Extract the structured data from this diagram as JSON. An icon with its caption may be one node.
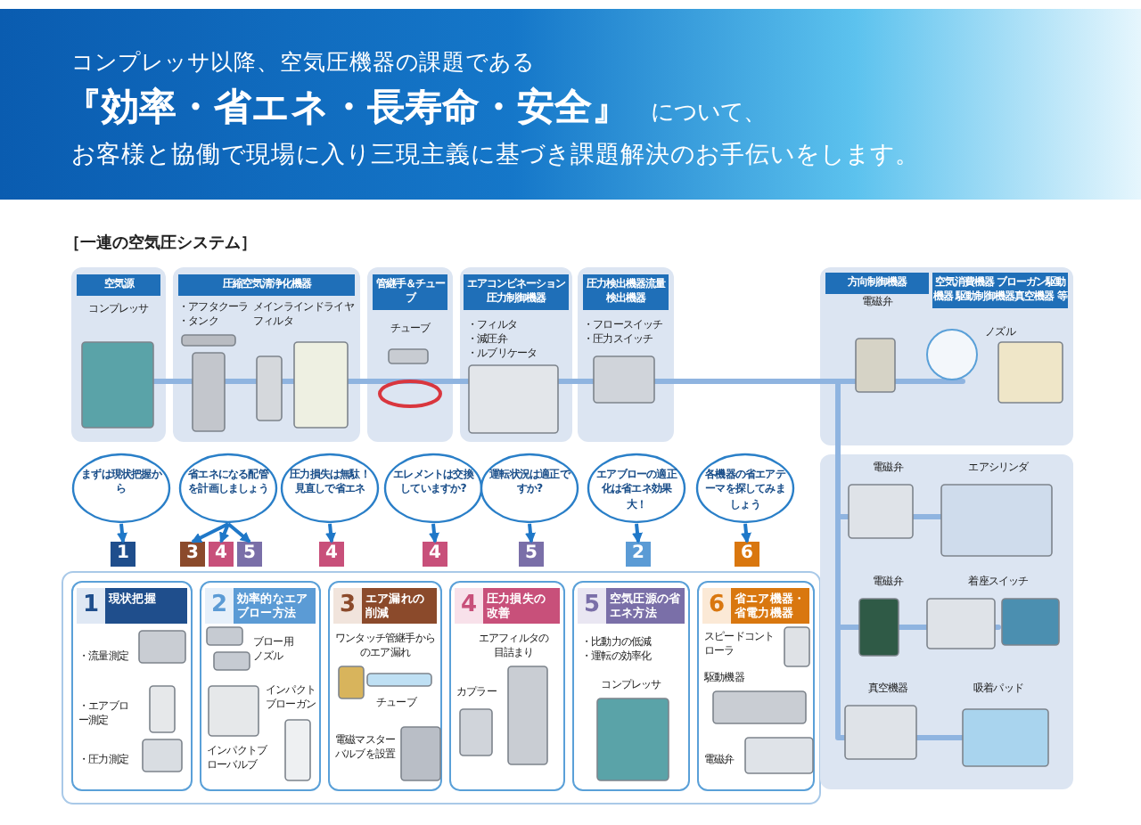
{
  "diagram": {
    "nodes": [
      {
        "text": [
          "空気源",
          "コンプレッサ"
        ]
      },
      {
        "text": [
          "圧縮空気清浄化機器",
          "・アフタクーラ",
          "・タンク",
          "メインラインフィルタ",
          "ドライヤ"
        ]
      },
      {
        "text": [
          "管継手＆チューブ",
          "チューブ"
        ]
      },
      {
        "text": [
          "エアコンビネーション圧力制御機器",
          "・フィルタ",
          "・減圧弁",
          "・ルブリケータ"
        ]
      },
      {
        "text": [
          "圧力検出機器流量検出機器",
          "・フロースイッチ",
          "・圧力スイッチ"
        ]
      },
      {
        "text": [
          "方向制御機器",
          "電磁弁",
          "空気消費機器 ブローガン駆動機器 駆動制御機器真空機器 等",
          "ノズル"
        ]
      },
      {
        "text": [
          "電磁弁",
          "エアシリンダ",
          "電磁弁",
          "着座スイッチ",
          "真空機器",
          "吸着パッド"
        ]
      },
      {
        "text": [
          "まずは現状把握から"
        ]
      },
      {
        "text": [
          "省エネになる配管を計画しましょう"
        ]
      },
      {
        "text": [
          "圧力損失は無駄！見直しで省エネ"
        ]
      },
      {
        "text": [
          "エレメントは交換していますか?"
        ]
      },
      {
        "text": [
          "運転状況は適正ですか?"
        ]
      },
      {
        "text": [
          "エアブローの適正化は省エネ効果大！"
        ]
      },
      {
        "text": [
          "各機器の省エアテーマを探してみましょう"
        ]
      },
      {
        "text": [
          "1"
        ]
      },
      {
        "text": [
          "3"
        ]
      },
      {
        "text": [
          "4"
        ]
      },
      {
        "text": [
          "5"
        ]
      },
      {
        "text": [
          "4"
        ]
      },
      {
        "text": [
          "4"
        ]
      },
      {
        "text": [
          "5"
        ]
      },
      {
        "text": [
          "2"
        ]
      },
      {
        "text": [
          "6"
        ]
      },
      {
        "text": [
          "1",
          "現状把握",
          "・流量測定",
          "・エアブロー測定",
          "・圧力測定"
        ]
      },
      {
        "text": [
          "2",
          "効率的なエアブロー方法",
          "ブロー用ノズル",
          "インパクトブローガン",
          "インパクトブローバルブ"
        ]
      },
      {
        "text": [
          "3",
          "エア漏れの削減",
          "ワンタッチ管継手からのエア漏れ",
          "チューブ",
          "電磁マスターバルブを設置"
        ]
      },
      {
        "text": [
          "4",
          "圧力損失の改善",
          "エアフィルタの目詰まり",
          "カプラー"
        ]
      },
      {
        "text": [
          "5",
          "空気圧源の省エネ方法",
          "・比動力の低減",
          "・運転の効率化",
          "コンプレッサ"
        ]
      },
      {
        "text": [
          "6",
          "省エア機器・省電力機器",
          "スピードコントローラ",
          "駆動機器",
          "電磁弁"
        ]
      }
    ],
    "edges": [
      {
        "from": 7,
        "to": 14,
        "arrow": "to"
      },
      {
        "from": 8,
        "to": 15,
        "arrow": "to"
      },
      {
        "from": 8,
        "to": 16,
        "arrow": "to"
      },
      {
        "from": 8,
        "to": 17,
        "arrow": "to"
      },
      {
        "from": 9,
        "to": 18,
        "arrow": "to"
      },
      {
        "from": 10,
        "to": 19,
        "arrow": "to"
      },
      {
        "from": 11,
        "to": 20,
        "arrow": "to"
      },
      {
        "from": 12,
        "to": 21,
        "arrow": "to"
      },
      {
        "from": 13,
        "to": 22,
        "arrow": "to"
      }
    ],
    "labels": [
      "コンプレッサ以降、空気圧機器の課題である",
      "『効率・省エネ・長寿命・安全』",
      "について、",
      "お客様と協働で現場に入り三現主義に基づき課題解決のお手伝いをします。",
      "［一連の空気圧システム］"
    ]
  }
}
